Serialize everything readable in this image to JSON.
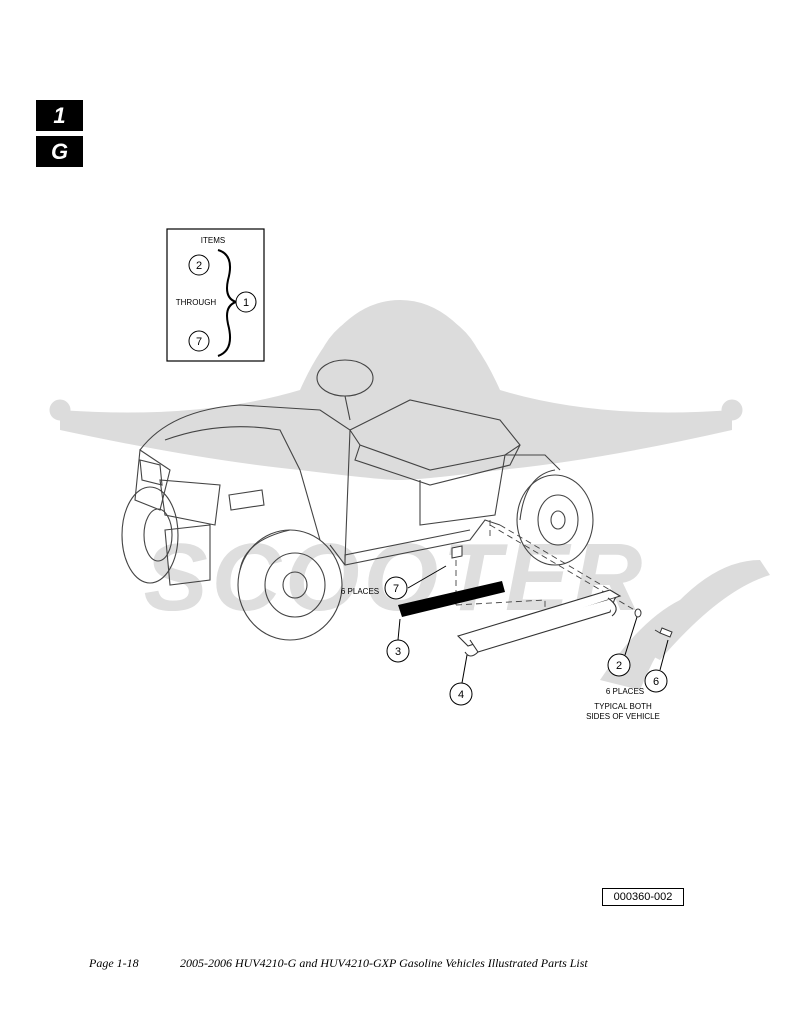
{
  "section_tabs": [
    "1",
    "G"
  ],
  "legend": {
    "items_label": "ITEMS",
    "through_label": "THROUGH",
    "start_item": "2",
    "end_item": "7",
    "group_item": "1"
  },
  "watermark": {
    "brand": "SCOOTER"
  },
  "callouts": {
    "item_7": "7",
    "item_3": "3",
    "item_4": "4",
    "item_2": "2",
    "item_6": "6"
  },
  "notes": {
    "six_places_left": "6 PLACES",
    "six_places_right": "6 PLACES",
    "typical_line1": "TYPICAL BOTH",
    "typical_line2": "SIDES OF VEHICLE"
  },
  "figure_id": "000360-002",
  "footer": {
    "page": "Page 1-18",
    "title": "2005-2006 HUV4210-G and HUV4210-GXP Gasoline Vehicles Illustrated Parts List"
  },
  "colors": {
    "tab_bg": "#000000",
    "watermark": "#d9d9d9",
    "line": "#333333"
  }
}
